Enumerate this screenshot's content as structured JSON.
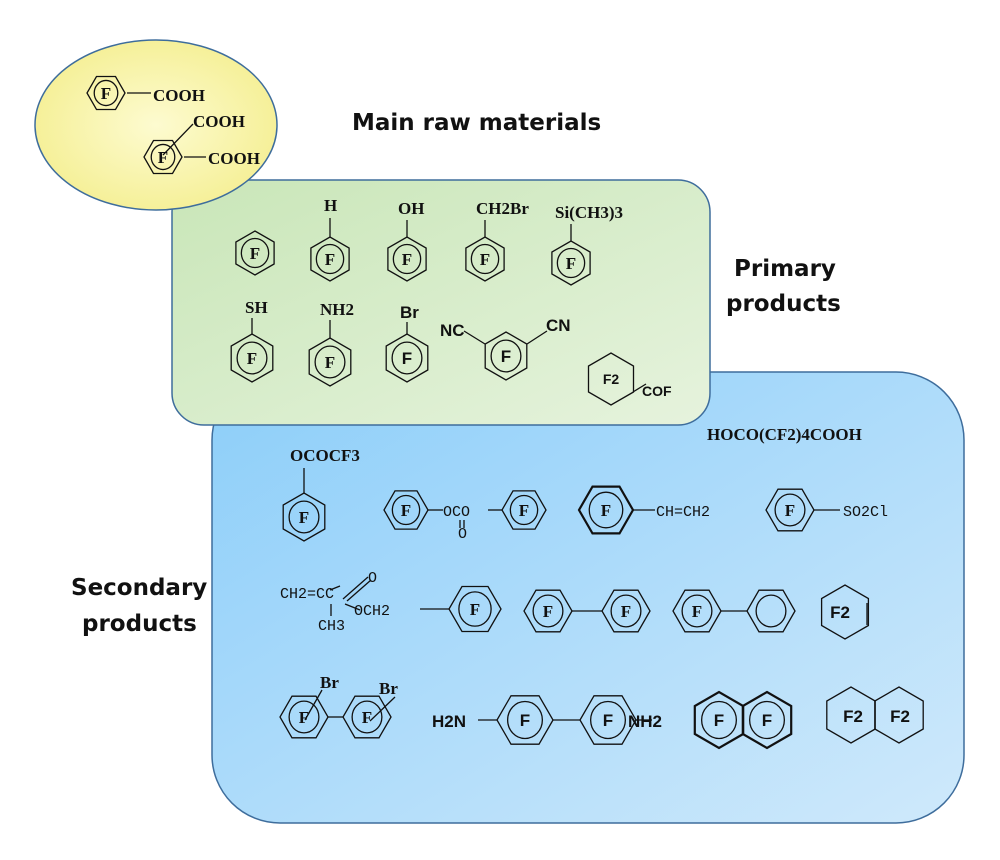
{
  "title": "Fluorinated aromatic compounds classification",
  "groups": {
    "raw": {
      "label": "Main raw materials",
      "fill": "#f7f3a0",
      "compounds": [
        "COOH",
        "COOH",
        "COOH"
      ]
    },
    "primary": {
      "label_line1": "Primary",
      "label_line2": "products",
      "fill": "#d4ecc8",
      "substituents": [
        "H",
        "OH",
        "CH2Br",
        "Si(CH3)3",
        "SH",
        "NH2",
        "Br",
        "NC",
        "CN",
        "COF"
      ],
      "ring_labels": [
        "F",
        "F2"
      ]
    },
    "secondary": {
      "label_line1": "Secondary",
      "label_line2": "products",
      "fill": "#a8d8f8",
      "texts": {
        "adipic": "HOCO(CF2)4COOH",
        "ococf3": "OCOCF3",
        "carbonate_oco": "OCO",
        "carbonate_o": "O",
        "vinyl": "CH=CH2",
        "sulfonyl": "SO2Cl",
        "methacrylate_a": "CH2=CC",
        "methacrylate_o": "O",
        "methacrylate_ch3": "CH3",
        "methacrylate_och2": "OCH2",
        "br": "Br",
        "h2n": "H2N",
        "nh2": "NH2",
        "f": "F",
        "f2": "F2"
      }
    }
  },
  "colors": {
    "border": "#3e6d9c",
    "text": "#111111"
  }
}
